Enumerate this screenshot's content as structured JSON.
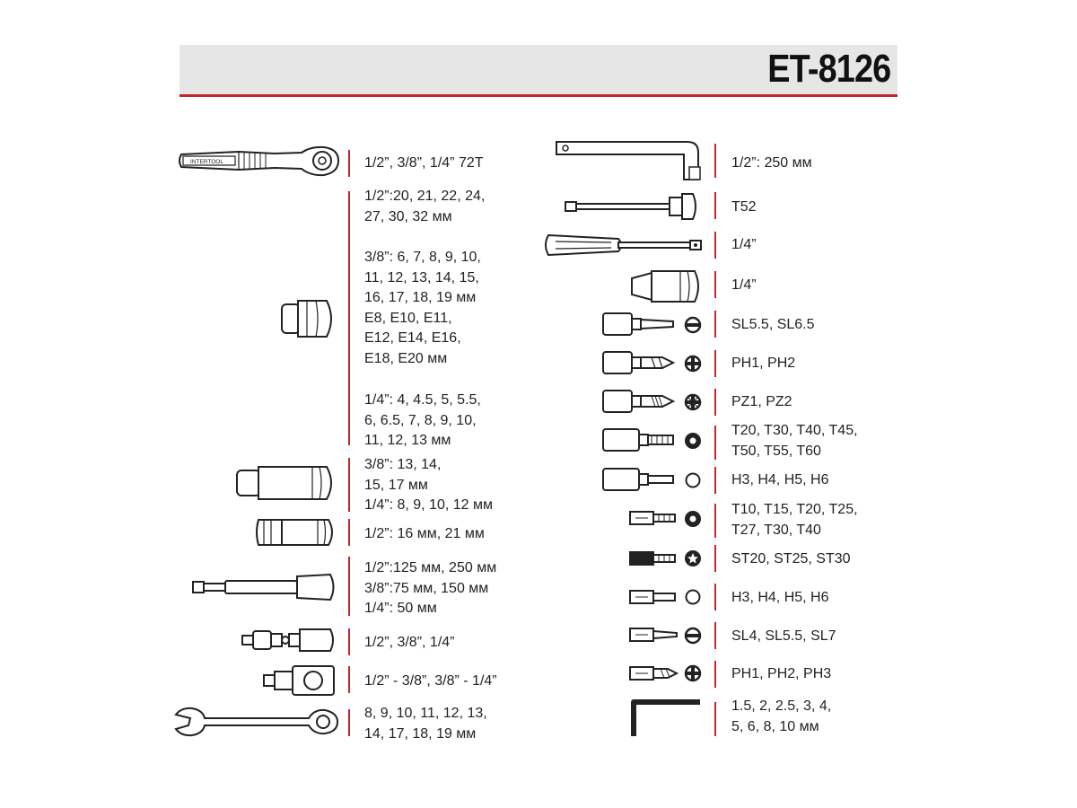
{
  "title": "ET-8126",
  "left": {
    "ratchet": "1/2”, 3/8”, 1/4” 72T",
    "ratchet_brand": "INTERTOOL",
    "sockets_12": "1/2”:20, 21, 22, 24,\n 27, 30, 32 мм",
    "sockets_38": "3/8”: 6, 7, 8, 9, 10,\n11, 12, 13, 14, 15,\n16, 17, 18, 19 мм\nE8, E10, E11,\nE12, E14, E16,\nE18, E20 мм",
    "sockets_14": "1/4”: 4, 4.5, 5, 5.5,\n6, 6.5, 7, 8, 9, 10,\n11, 12, 13 мм",
    "deep_sockets": "3/8”: 13, 14,\n15, 17 мм\n1/4”: 8, 9, 10, 12 мм",
    "spark_sockets": "1/2”: 16 мм, 21 мм",
    "extensions": "1/2”:125 мм, 250 мм\n3/8”:75 мм, 150 мм\n1/4”: 50 мм",
    "universal_joint": "1/2”, 3/8”, 1/4”",
    "adapters": "1/2” - 3/8”, 3/8” - 1/4”",
    "wrenches": "8, 9, 10, 11, 12, 13,\n14, 17, 18, 19 мм"
  },
  "right": {
    "breaker_bar": "1/2”: 250 мм",
    "sliding_tbar": "T52",
    "spinner_handle": "1/4”",
    "bit_adapter": "1/4”",
    "slotted_bits": "SL5.5, SL6.5",
    "phillips_bits": "PH1, PH2",
    "pozidriv_bits": "PZ1, PZ2",
    "torx_bits": "T20, T30, T40, T45,\nT50, T55, T60",
    "hex_bits": "H3, H4, H5, H6",
    "torx_short": "T10, T15, T20, T25,\nT27, T30, T40",
    "star_short": "ST20, ST25, ST30",
    "hex_short": "H3, H4, H5, H6",
    "slotted_short": "SL4, SL5.5, SL7",
    "phillips_short": "PH1, PH2, PH3",
    "hex_keys": "1.5, 2, 2.5, 3, 4,\n5, 6, 8, 10 мм"
  },
  "colors": {
    "accent": "#c0272d",
    "header_bg": "#e6e6e6",
    "ink": "#222222"
  }
}
